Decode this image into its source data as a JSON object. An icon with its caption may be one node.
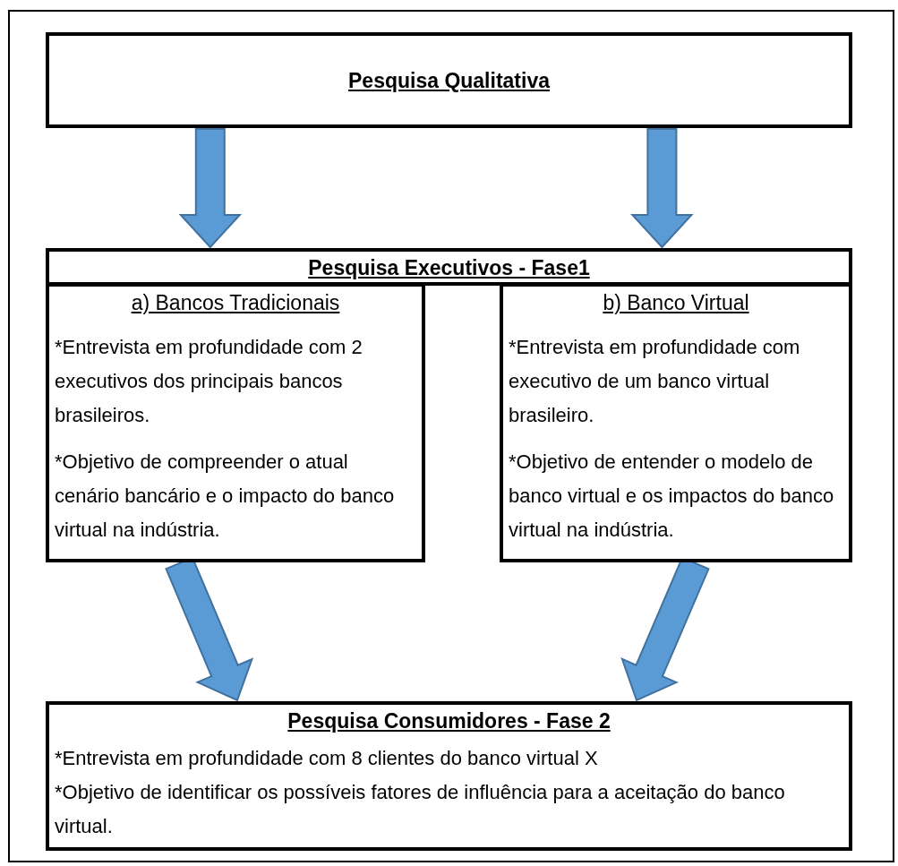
{
  "diagram": {
    "nodes": [
      {
        "text": [
          "Pesquisa Qualitativa"
        ]
      },
      {
        "text": [
          "Pesquisa Executivos - Fase1"
        ]
      },
      {
        "text": [
          "a) Bancos Tradicionais",
          "*Entrevista em profundidade com 2 executivos dos principais bancos brasileiros.",
          "*Objetivo de compreender o atual cenário bancário e o impacto do banco virtual na indústria."
        ]
      },
      {
        "text": [
          "b) Banco Virtual",
          "*Entrevista em profundidade com executivo de um banco virtual brasileiro.",
          "*Objetivo de entender o modelo de banco virtual e os impactos do banco virtual na indústria."
        ]
      },
      {
        "text": [
          "Pesquisa Consumidores - Fase 2",
          "*Entrevista em profundidade com 8 clientes do banco virtual X",
          "*Objetivo de identificar os possíveis fatores de influência para a aceitação do banco virtual."
        ]
      }
    ],
    "edges": [
      {
        "from": 0,
        "to": 1,
        "arrow": "to"
      },
      {
        "from": 0,
        "to": 1,
        "arrow": "to"
      },
      {
        "from": 2,
        "to": 4,
        "arrow": "to"
      },
      {
        "from": 3,
        "to": 4,
        "arrow": "to"
      }
    ]
  }
}
